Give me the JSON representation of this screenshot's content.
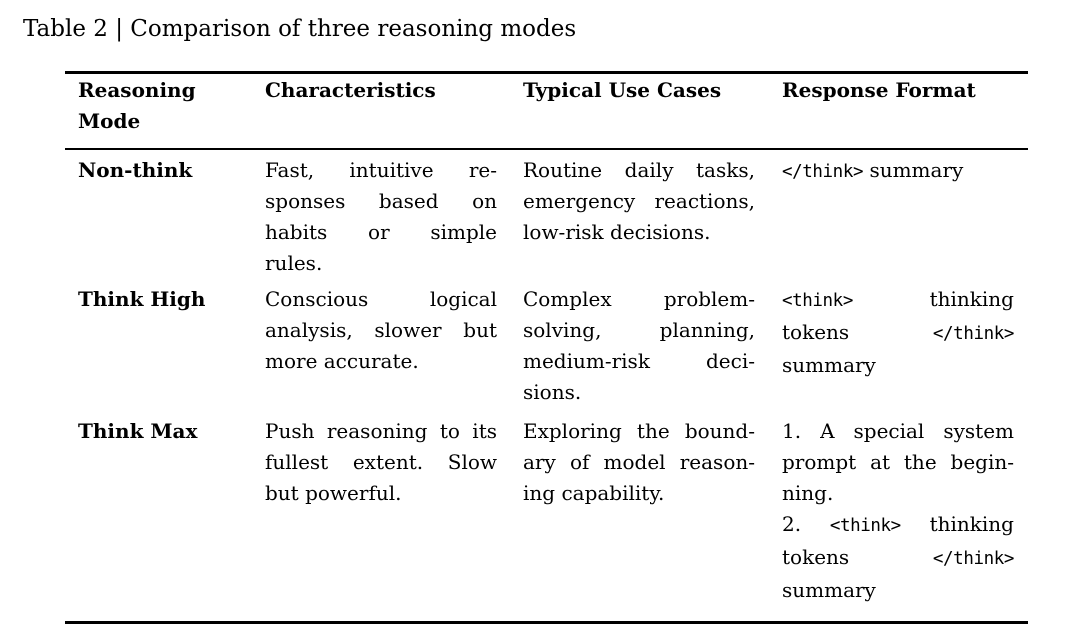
{
  "caption": "Table 2 | Comparison of three reasoning modes",
  "colors": {
    "text": "#000000",
    "background": "#ffffff",
    "rule": "#000000"
  },
  "table": {
    "columns": [
      {
        "label": "Reasoning Mode",
        "lines": [
          "Reasoning",
          "Mode"
        ]
      },
      {
        "label": "Characteristics",
        "lines": [
          "Characteristics"
        ]
      },
      {
        "label": "Typical Use Cases",
        "lines": [
          "Typical Use Cases"
        ]
      },
      {
        "label": "Response Format",
        "lines": [
          "Response Format"
        ]
      }
    ],
    "rows": [
      {
        "mode": "Non-think",
        "characteristics": {
          "text": "Fast, intuitive responses based on habits or simple rules.",
          "paragraphs": [
            [
              "Fast, intuitive re-",
              "sponses based on",
              "habits or simple",
              "rules."
            ]
          ]
        },
        "use_cases": {
          "text": "Routine daily tasks, emergency reactions, low-risk decisions.",
          "paragraphs": [
            [
              "Routine daily tasks,",
              "emergency reactions,",
              "low-risk decisions."
            ]
          ]
        },
        "response_format": {
          "text": "</think> summary",
          "paragraphs": [
            [
              "</think> summary"
            ]
          ]
        }
      },
      {
        "mode": "Think High",
        "characteristics": {
          "text": "Conscious logical analysis, slower but more accurate.",
          "paragraphs": [
            [
              "Conscious logical",
              "analysis, slower but",
              "more accurate."
            ]
          ]
        },
        "use_cases": {
          "text": "Complex problem-solving, planning, medium-risk decisions.",
          "paragraphs": [
            [
              "Complex problem-",
              "solving, planning,",
              "medium-risk deci-",
              "sions."
            ]
          ]
        },
        "response_format": {
          "text": "<think> thinking tokens </think> summary",
          "paragraphs": [
            [
              "<think> thinking",
              "tokens </think>",
              "summary"
            ]
          ]
        }
      },
      {
        "mode": "Think Max",
        "characteristics": {
          "text": "Push reasoning to its fullest extent. Slow but powerful.",
          "paragraphs": [
            [
              "Push reasoning to its",
              "fullest extent. Slow",
              "but powerful."
            ]
          ]
        },
        "use_cases": {
          "text": "Exploring the boundary of model reasoning capability.",
          "paragraphs": [
            [
              "Exploring the bound-",
              "ary of model reason-",
              "ing capability."
            ]
          ]
        },
        "response_format": {
          "text": "1. A special system prompt at the beginning. 2. <think> thinking tokens </think> summary",
          "paragraphs": [
            [
              "1. A special system",
              "prompt at the begin-",
              "ning."
            ],
            [
              "2. <think> thinking",
              "tokens </think>",
              "summary"
            ]
          ]
        }
      }
    ]
  }
}
